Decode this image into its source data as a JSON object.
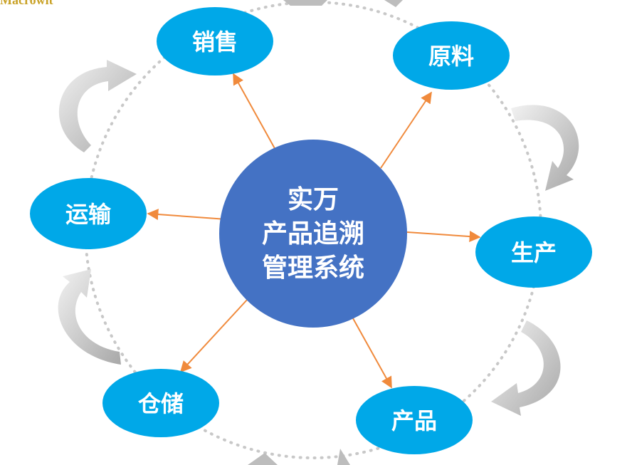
{
  "watermark": "Macrowit",
  "center": {
    "lines": [
      "实万",
      "产品追溯",
      "管理系统"
    ],
    "fill": "#4472c4",
    "text_color": "#ffffff"
  },
  "nodes": [
    {
      "id": "sales",
      "label": "销售"
    },
    {
      "id": "raw",
      "label": "原料"
    },
    {
      "id": "production",
      "label": "生产"
    },
    {
      "id": "product",
      "label": "产品"
    },
    {
      "id": "storage",
      "label": "仓储"
    },
    {
      "id": "transport",
      "label": "运输"
    }
  ],
  "colors": {
    "node_fill": "#00a8e8",
    "node_text": "#ffffff",
    "arrow": "#f08a3c",
    "ring": "#c8c8c8",
    "cycle_arrow": "#b8b8b8"
  },
  "icons": {
    "cycle": "curved-arrow-icon",
    "link": "arrow-icon"
  }
}
